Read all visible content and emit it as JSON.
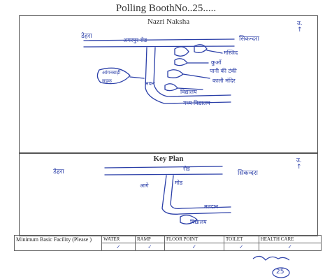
{
  "header": {
    "title": "Polling BoothNo..25....."
  },
  "nazri_naksha": {
    "title": "Nazri Naksha",
    "compass": "उ.\n↑",
    "labels": {
      "left_road_end": "डेहरा",
      "main_road": "अमरपुर रोड",
      "right_road_end": "सिकन्दरा",
      "label1": "मस्जिद",
      "label2": "कुआँ",
      "label3": "पानी की टंकी",
      "label4": "काली मंदिर",
      "label5": "भवन",
      "label6": "विद्यालय",
      "label7": "आंगनबाड़ी",
      "label8": "मध्य विद्यालय",
      "label9": "सड़क"
    }
  },
  "key_plan": {
    "title": "Key Plan",
    "compass": "उ.\n↑",
    "labels": {
      "left_road_end": "डेहरा",
      "main_road": "रोड",
      "right_road_end": "सिकन्दरा",
      "label1": "मोड",
      "label2": "आगे",
      "label3": "मतदान",
      "label4": "विद्यालय"
    }
  },
  "facilities": {
    "row_label": "Minimum Basic Facility (Please )",
    "columns": [
      "WATER",
      "RAMP",
      "FLOOR POINT",
      "TOILET",
      "HEALTH CARE"
    ],
    "values": [
      "✓",
      "✓",
      "✓",
      "✓",
      "✓"
    ]
  },
  "signature": {
    "number": "25"
  }
}
